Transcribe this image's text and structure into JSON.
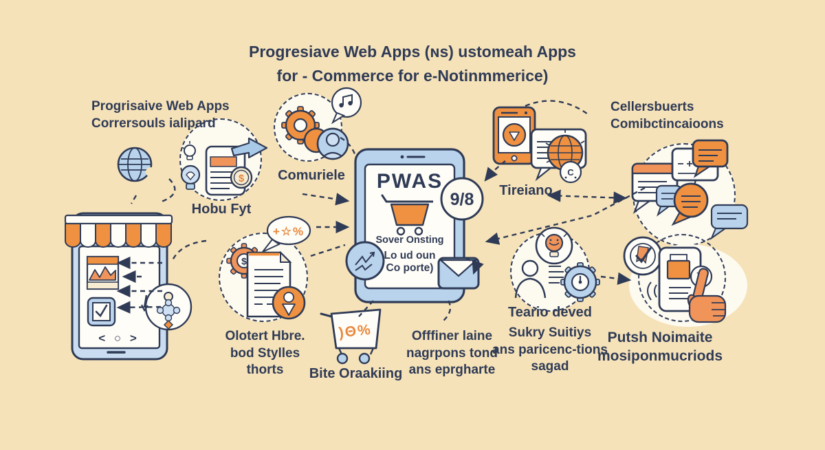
{
  "title": "Progresiave Web Apps (ɴs) ustomeah Apps\nfor - Commerce for e-Notinmmerice)",
  "labels": {
    "top_left": "Progrisaive Web Apps\nCorrersouls ialipard",
    "top_right": "Cellersbuerts\nComibctincaioons",
    "hobu": "Hobu Fyt",
    "comuriele": "Comuriele",
    "tireiano": "Tireiano",
    "olotert": "Olotert Hbre.\nbod Stylles\nthorts",
    "bite": "Bite Oraakiing",
    "offliner": "Offfiner laine\nnagrpons tond\nans eprgharte",
    "sukry": "Sukry Suitiys\nans paricenc-tions\nsagad",
    "teario": "Teario deved",
    "putsh": "Putsh Noimaite\nmosiponmucriods"
  },
  "tablet": {
    "app_title": "PWAS",
    "line1": "Sover Onsting",
    "line2": "Lo ud oun",
    "line3": "Co porte)",
    "badge": "9/8"
  },
  "glyphs": {
    "coin_dollar": "$",
    "gear_dollar": "$",
    "promo_bubble": "+☆%",
    "cart_promo": ")Θ%",
    "clock_c": "C",
    "phone_nav": "<  ○  >"
  },
  "palette": {
    "background": "#f6e2b8",
    "ink": "#2f3b56",
    "orange": "#ef9140",
    "light_blue": "#b9d3ec",
    "cream": "#fdfaf0"
  }
}
